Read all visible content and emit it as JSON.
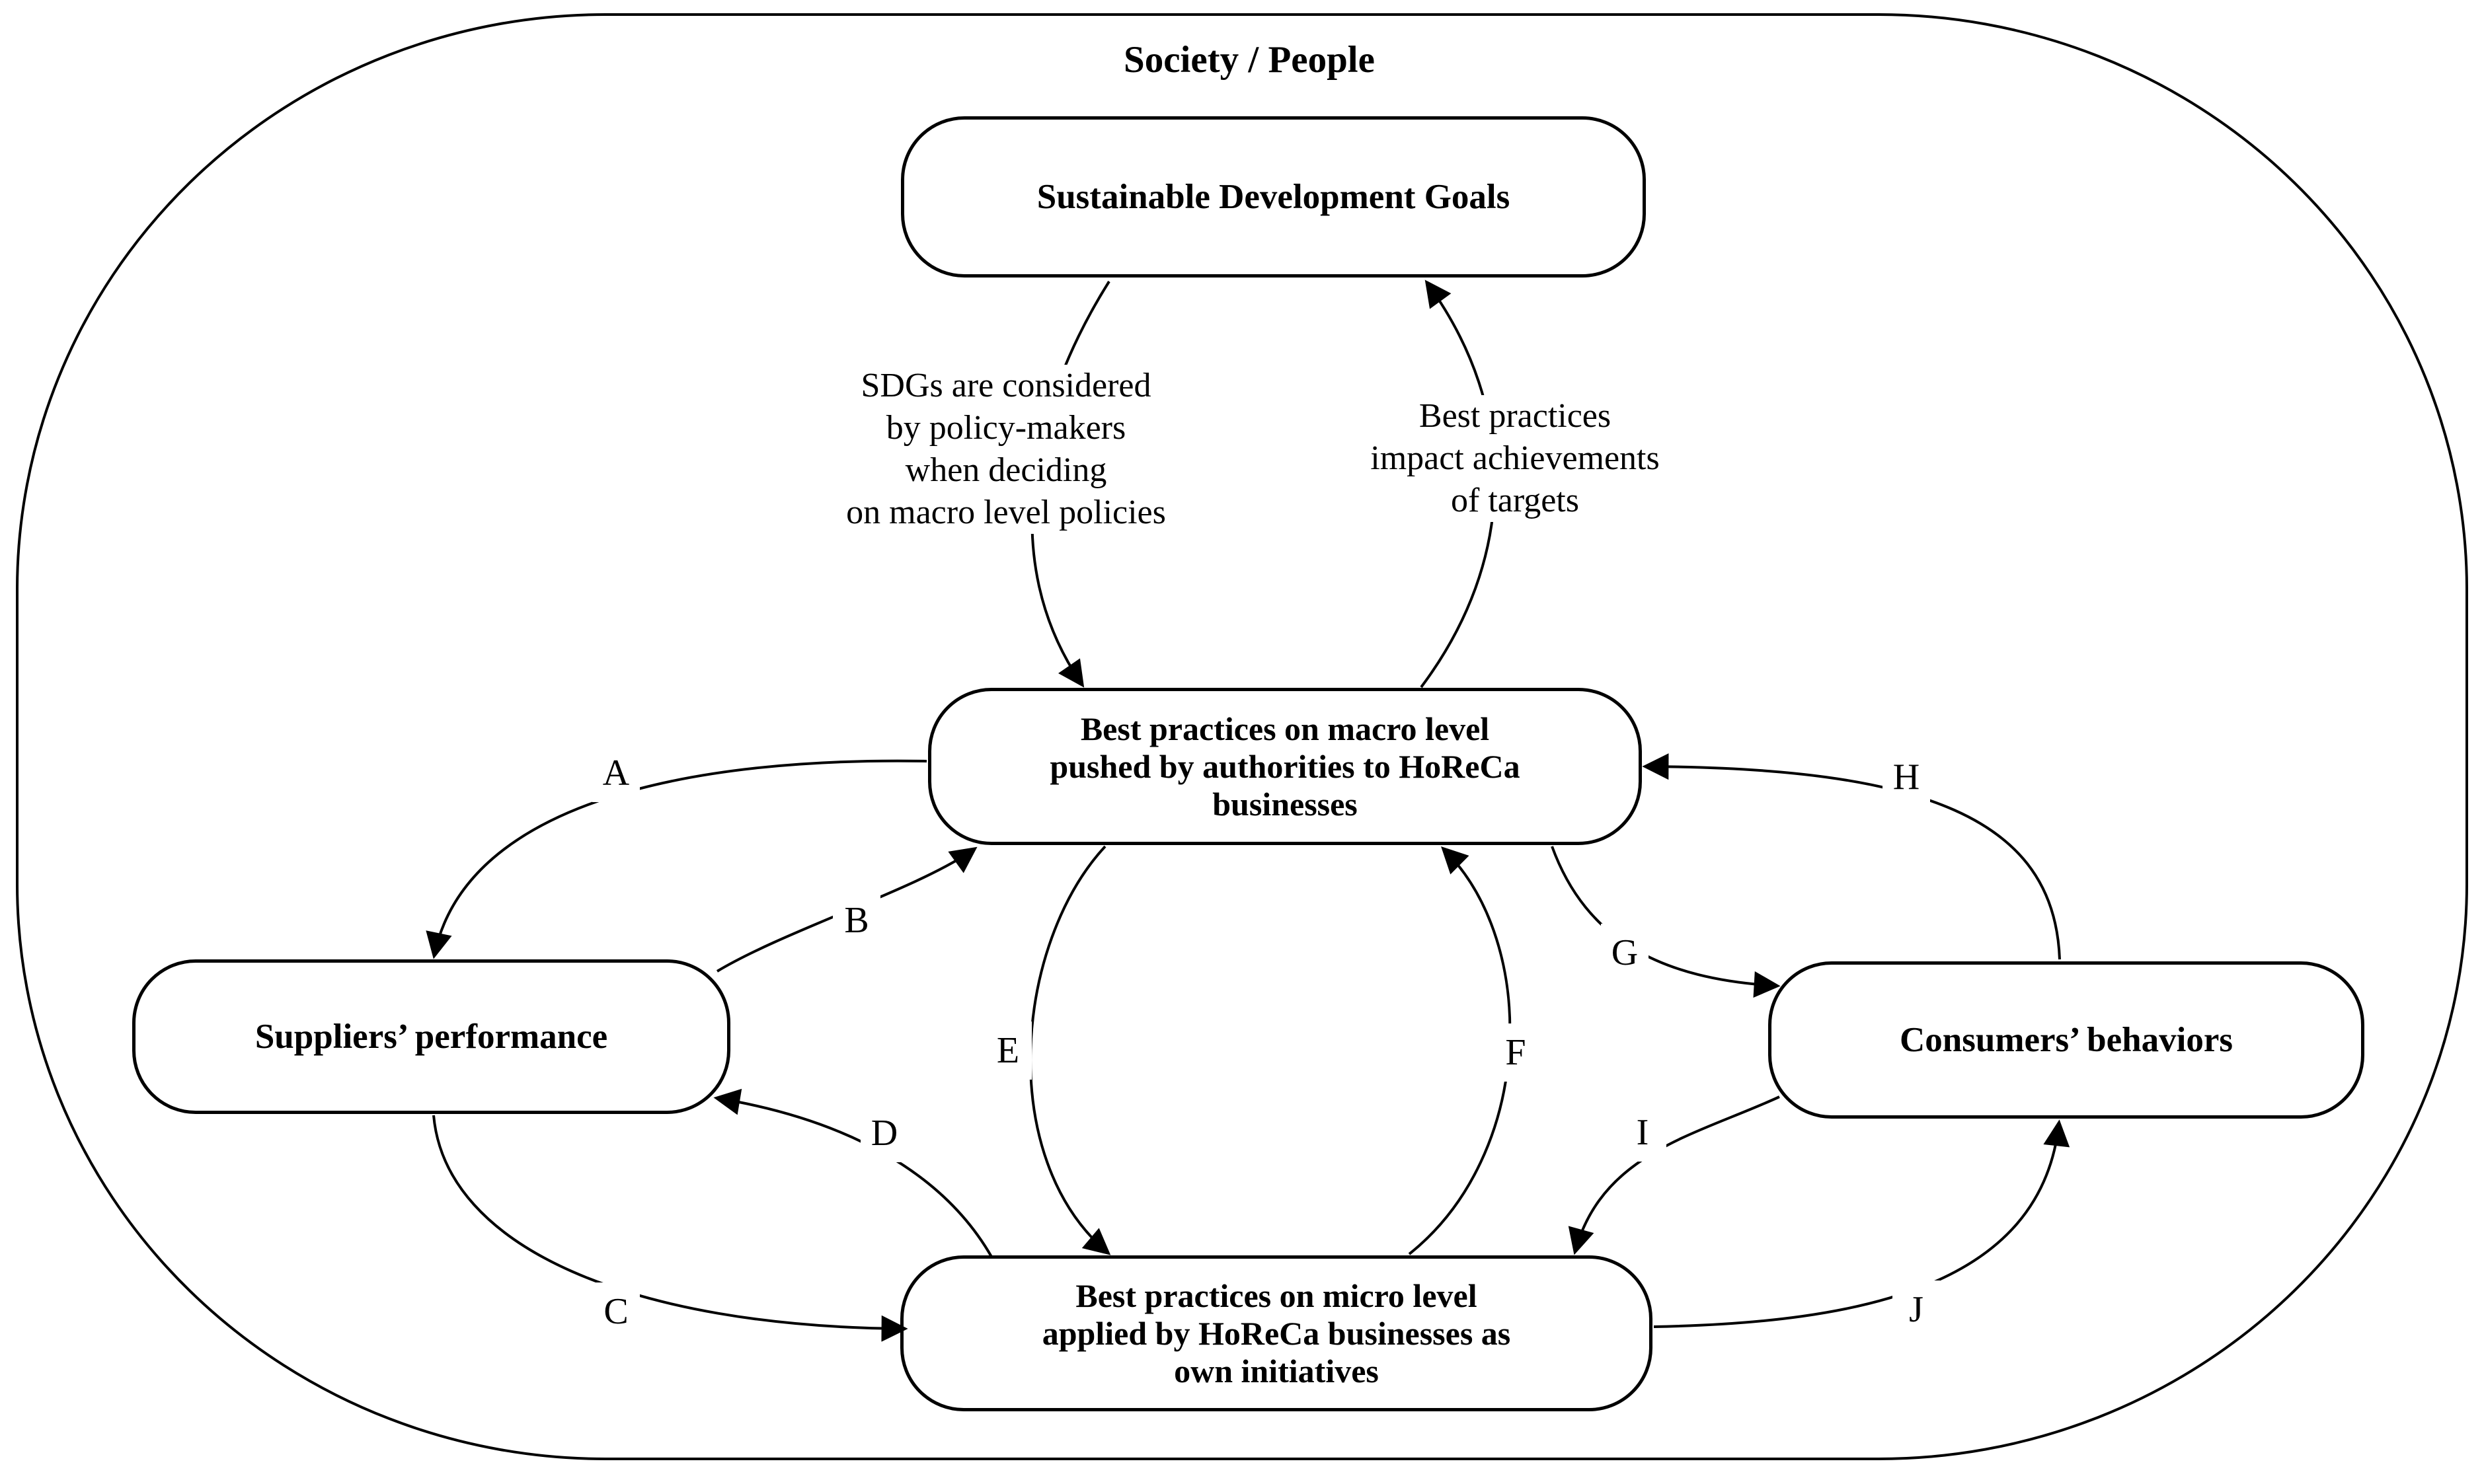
{
  "diagram": {
    "title": "Society / People",
    "nodes": {
      "sdg": {
        "label": "Sustainable Development Goals"
      },
      "macro": {
        "label": "Best practices on macro level\npushed by authorities to HoReCa\nbusinesses"
      },
      "suppliers": {
        "label": "Suppliers’ performance"
      },
      "consumers": {
        "label": "Consumers’ behaviors"
      },
      "micro": {
        "label": "Best practices on micro level\napplied by HoReCa businesses as\nown initiatives"
      }
    },
    "annotations": {
      "sdg_to_macro": "SDGs are considered\nby policy-makers\nwhen deciding\non macro level policies",
      "macro_to_sdg": "Best practices\nimpact achievements\nof targets"
    },
    "edge_labels": {
      "a": "A",
      "b": "B",
      "c": "C",
      "d": "D",
      "e": "E",
      "f": "F",
      "g": "G",
      "h": "H",
      "i": "I",
      "j": "J"
    },
    "colors": {
      "stroke": "#000000",
      "background": "#ffffff"
    }
  }
}
